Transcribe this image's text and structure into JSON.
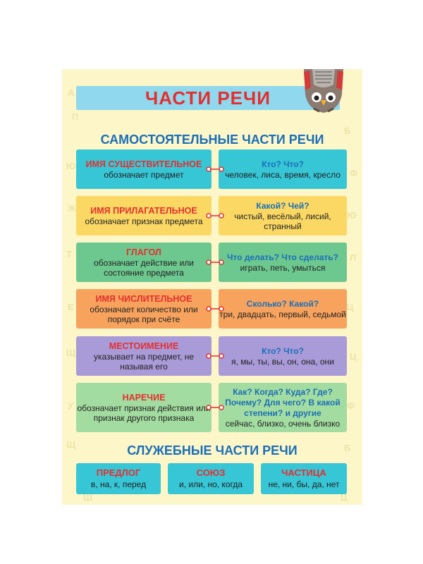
{
  "title": "ЧАСТИ РЕЧИ",
  "independent_title": "САМОСТОЯТЕЛЬНЫЕ ЧАСТИ РЕЧИ",
  "parts": [
    {
      "name": "ИМЯ СУЩЕСТВИТЕЛЬНОЕ",
      "desc": "обозначает предмет",
      "questions": "Кто? Что?",
      "examples": "человек, лиса, время, кресло"
    },
    {
      "name": "ИМЯ ПРИЛАГАТЕЛЬНОЕ",
      "desc": "обозначает признак предмета",
      "questions": "Какой? Чей?",
      "examples": "чистый, весёлый, лисий, странный"
    },
    {
      "name": "ГЛАГОЛ",
      "desc": "обозначает действие или состояние предмета",
      "questions": "Что делать? Что сделать?",
      "examples": "играть, петь, умыться"
    },
    {
      "name": "ИМЯ ЧИСЛИТЕЛЬНОЕ",
      "desc": "обозначает количество или порядок при счёте",
      "questions": "Сколько? Какой?",
      "examples": "три, двадцать, первый, седьмой"
    },
    {
      "name": "МЕСТОИМЕНИЕ",
      "desc": "указывает на предмет, не называя его",
      "questions": "Кто? Что?",
      "examples": "я, мы, ты, вы, он, она, они"
    },
    {
      "name": "НАРЕЧИЕ",
      "desc": "обозначает признак действия или признак другого признака",
      "questions": "Как? Когда? Куда? Где? Почему? Для чего? В какой степени? и другие",
      "examples": "сейчас, близко, очень близко"
    }
  ],
  "service_title": "СЛУЖЕБНЫЕ ЧАСТИ РЕЧИ",
  "service_parts": [
    {
      "name": "ПРЕДЛОГ",
      "examples": "в, на, к, перед"
    },
    {
      "name": "СОЮЗ",
      "examples": "и, или, но, когда"
    },
    {
      "name": "ЧАСТИЦА",
      "examples": "не, ни, бы, да, нет"
    }
  ],
  "colors": {
    "title_red": "#e52f2f",
    "heading_blue": "#1a6fb8",
    "poster_bg": "#fdf6c8"
  }
}
